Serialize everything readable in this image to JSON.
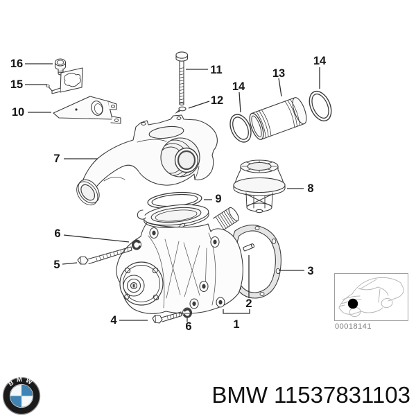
{
  "diagram": {
    "callouts": {
      "c1": "1",
      "c2": "2",
      "c3": "3",
      "c4": "4",
      "c5": "5",
      "c6a": "6",
      "c6b": "6",
      "c7": "7",
      "c8": "8",
      "c9": "9",
      "c10": "10",
      "c11": "11",
      "c12": "12",
      "c13": "13",
      "c14a": "14",
      "c14b": "14",
      "c15": "15",
      "c16": "16"
    },
    "inset": {
      "code": "00018141"
    }
  },
  "footer": {
    "logo_letters": "BMW",
    "brand": "BMW",
    "part_number": "11537831103"
  },
  "colors": {
    "line": "#3c3c3c",
    "label": "#161616",
    "logo_blue": "#3e83b4",
    "inset_line_gray": "#b8b8b8",
    "inset_code_gray": "#7a7a7a"
  }
}
